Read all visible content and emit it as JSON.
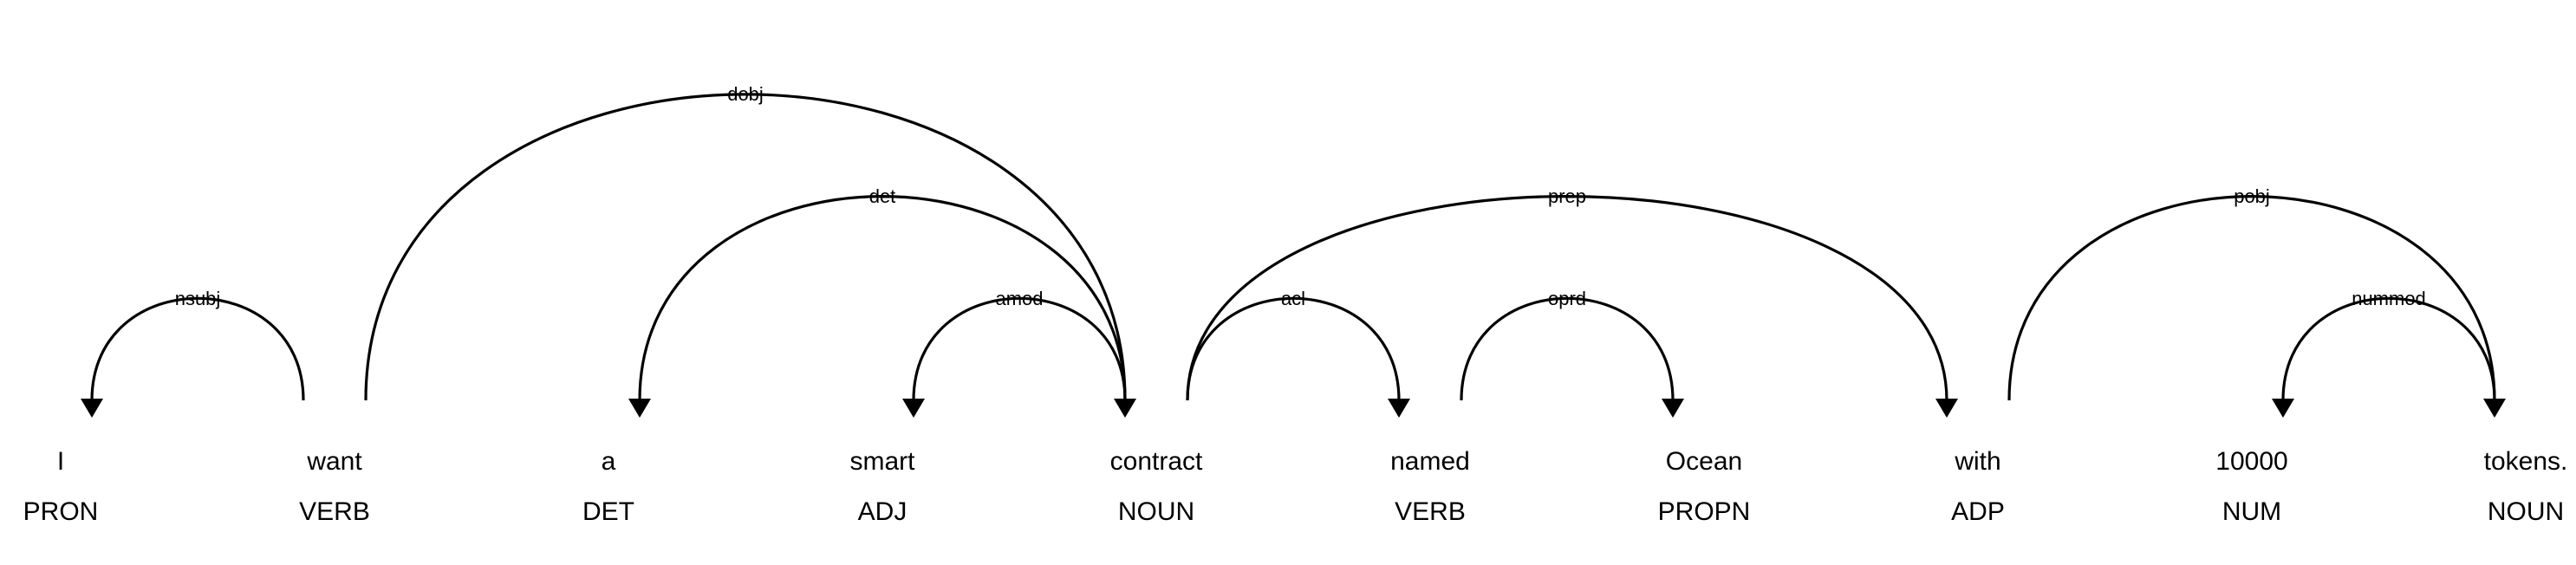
{
  "tokens": [
    {
      "text": "I",
      "tag": "PRON"
    },
    {
      "text": "want",
      "tag": "VERB"
    },
    {
      "text": "a",
      "tag": "DET"
    },
    {
      "text": "smart",
      "tag": "ADJ"
    },
    {
      "text": "contract",
      "tag": "NOUN"
    },
    {
      "text": "named",
      "tag": "VERB"
    },
    {
      "text": "Ocean",
      "tag": "PROPN"
    },
    {
      "text": "with",
      "tag": "ADP"
    },
    {
      "text": "10000",
      "tag": "NUM"
    },
    {
      "text": "tokens.",
      "tag": "NOUN"
    }
  ],
  "arcs": [
    {
      "label": "nsubj",
      "head": 1,
      "dep": 0
    },
    {
      "label": "dobj",
      "head": 1,
      "dep": 4
    },
    {
      "label": "det",
      "head": 4,
      "dep": 2
    },
    {
      "label": "amod",
      "head": 4,
      "dep": 3
    },
    {
      "label": "acl",
      "head": 4,
      "dep": 5
    },
    {
      "label": "oprd",
      "head": 5,
      "dep": 6
    },
    {
      "label": "prep",
      "head": 4,
      "dep": 7
    },
    {
      "label": "pobj",
      "head": 7,
      "dep": 9
    },
    {
      "label": "nummod",
      "head": 9,
      "dep": 8
    }
  ]
}
